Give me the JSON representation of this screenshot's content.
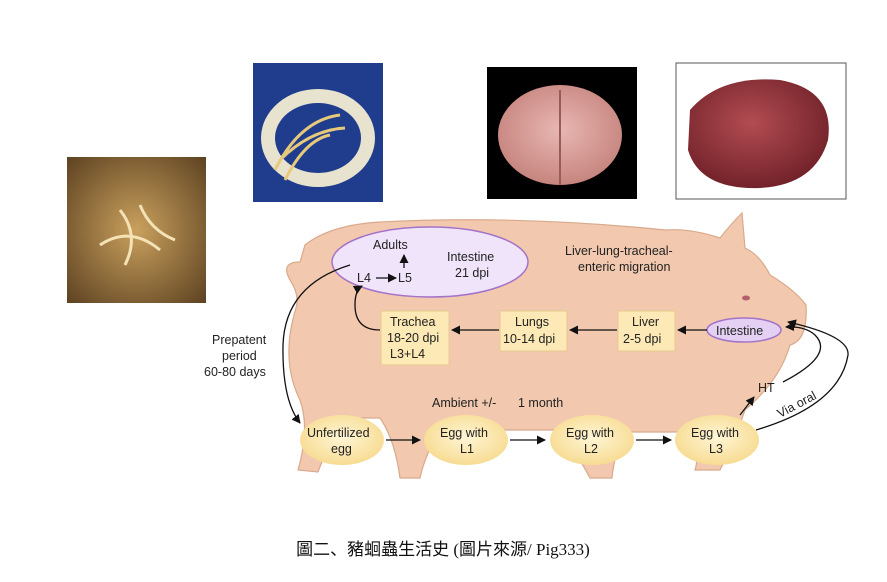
{
  "stages": {
    "adults": "Adults",
    "l4": "L4",
    "l5": "L5",
    "intestine_top_1": "Intestine",
    "intestine_top_2": "21 dpi",
    "migration_1": "Liver-lung-tracheal-",
    "migration_2": "enteric migration",
    "trachea_1": "Trachea",
    "trachea_2": "18-20 dpi",
    "trachea_3": "L3+L4",
    "lungs_1": "Lungs",
    "lungs_2": "10-14 dpi",
    "liver_1": "Liver",
    "liver_2": "2-5 dpi",
    "intestine_right": "Intestine",
    "prepatent_1": "Prepatent",
    "prepatent_2": "period",
    "prepatent_3": "60-80 days",
    "unfert_1": "Unfertilized",
    "unfert_2": "egg",
    "egg_l1_1": "Egg with",
    "egg_l1_2": "L1",
    "egg_l2_1": "Egg with",
    "egg_l2_2": "L2",
    "egg_l3_1": "Egg with",
    "egg_l3_2": "L3",
    "ambient_1": "Ambient +/-",
    "ambient_2": "1 month",
    "ht": "HT",
    "via_oral": "Via oral"
  },
  "caption": "圖二、豬蛔蟲生活史 (圖片來源/ Pig333)",
  "colors": {
    "pig_body": "#f2c9ae",
    "pig_edge": "#d9a98c",
    "oval_fill": "#f0e4fa",
    "oval_stroke": "#a372c9",
    "box_fill": "#fde9b5",
    "egg_fill": "#fbe6a8"
  }
}
